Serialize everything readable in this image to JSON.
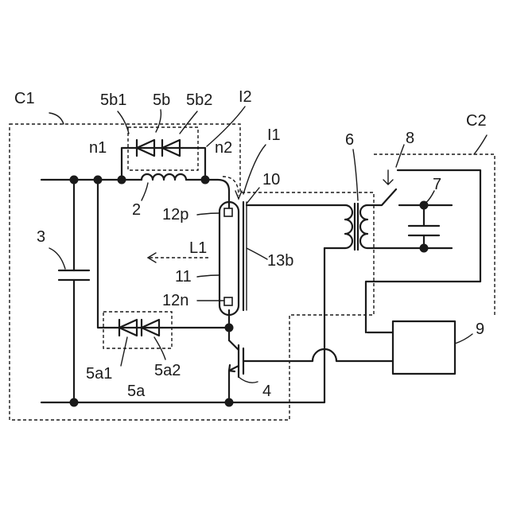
{
  "labels": {
    "c1": "C1",
    "c2": "C2",
    "n1": "n1",
    "n2": "n2",
    "d5b1": "5b1",
    "d5b": "5b",
    "d5b2": "5b2",
    "i2": "I2",
    "i1": "I1",
    "n10": "10",
    "n6": "6",
    "n8": "8",
    "n7": "7",
    "n2coil": "2",
    "p12p": "12p",
    "n3": "3",
    "l1": "L1",
    "n11": "11",
    "n13b": "13b",
    "p12n": "12n",
    "n9": "9",
    "d5a1": "5a1",
    "d5a2": "5a2",
    "d5a": "5a",
    "n4": "4"
  }
}
